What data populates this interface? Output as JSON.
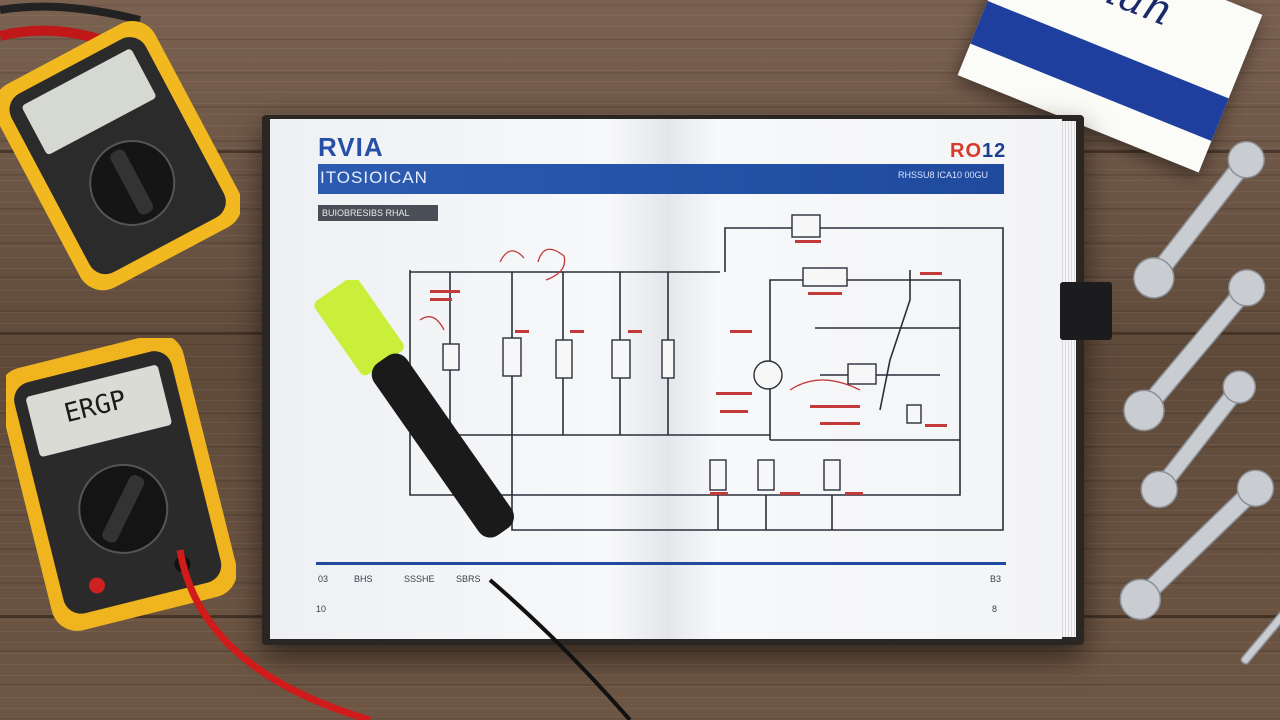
{
  "scene": {
    "description_free": true
  },
  "notepad": {
    "word": "Plan",
    "stripe_color": "#1e3f9e"
  },
  "manual": {
    "brand": "RVIA",
    "title_bar": "ITOSIOICAN",
    "title_bar_right": "RHSSU8 ICA10 00GU",
    "sub_label": "BUIOBRESIBS RHAL",
    "page_code_red": "RO",
    "page_code_blue": "12",
    "footer_left_labels": [
      "03",
      "BHS",
      "SSSHE",
      "SBRS"
    ],
    "footer_right_label": "B3",
    "page_number_left": "10",
    "page_number_right": "8",
    "accent_color": "#2650a8",
    "code_color": "#d73a2a"
  },
  "meters": {
    "lower_display": "ERGP"
  },
  "icons": {
    "highlighter": "highlighter-icon",
    "multimeter": "multimeter-icon",
    "wrench": "wrench-icon"
  }
}
